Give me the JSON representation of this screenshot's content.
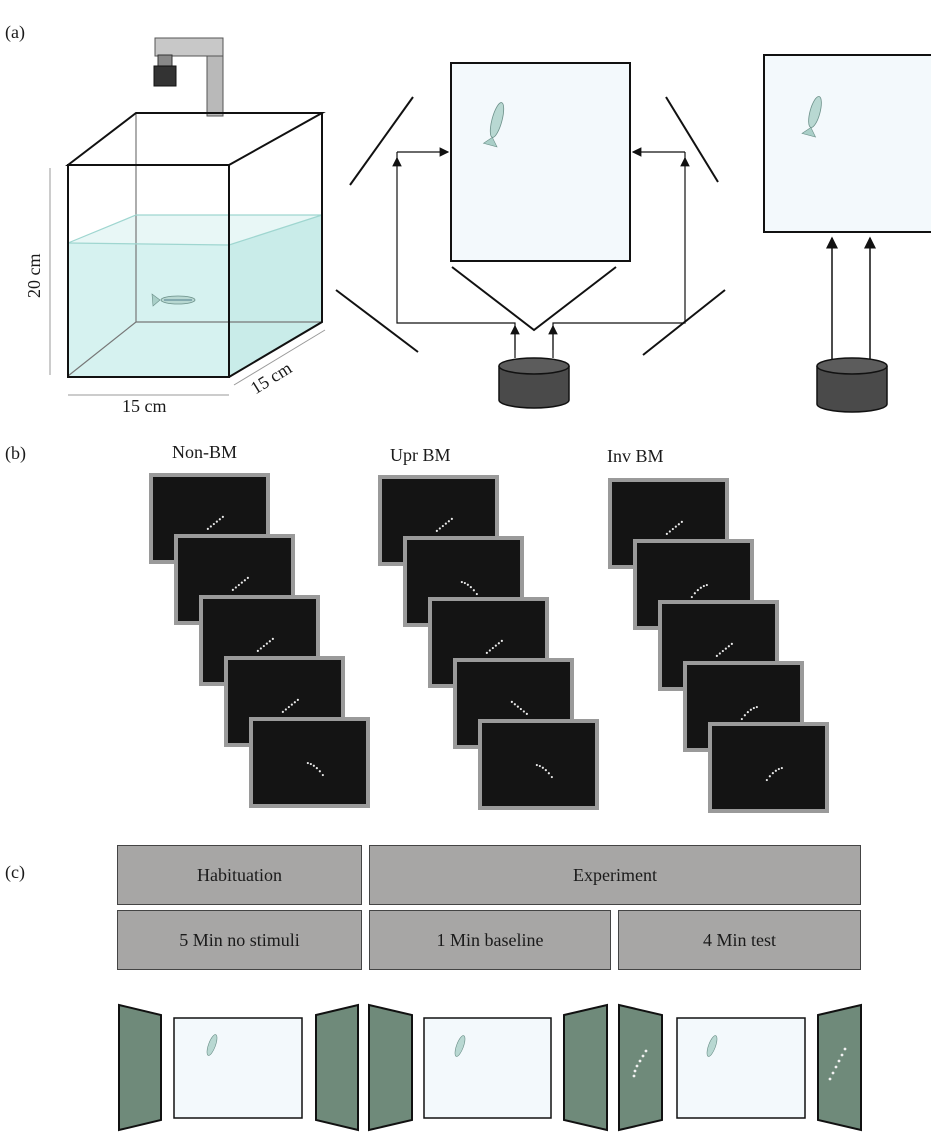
{
  "panels": {
    "a": {
      "label": "(a)",
      "dimensions": {
        "height": "20 cm",
        "width": "15 cm",
        "depth": "15 cm"
      }
    },
    "b": {
      "label": "(b)",
      "conditions": [
        "Non-BM",
        "Upr BM",
        "Inv BM"
      ]
    },
    "c": {
      "label": "(c)",
      "top_row": [
        "Habituation",
        "Experiment"
      ],
      "bottom_row": [
        "5 Min no stimuli",
        "1 Min baseline",
        "4 Min test"
      ]
    }
  },
  "colors": {
    "tank_water": "#d6f2f0",
    "screen_white": "#f3f9fc",
    "projector": "#4a4a4a",
    "stimulus_screen": "#141414",
    "side_panel": "#6f8a7a",
    "phase_box": "#a7a6a5"
  }
}
